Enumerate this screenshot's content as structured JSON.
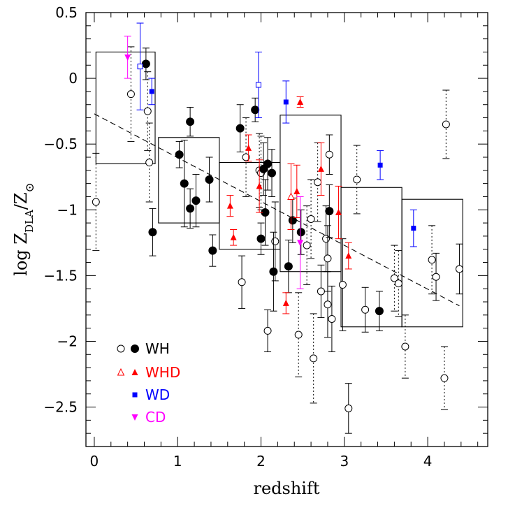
{
  "chart_data": {
    "type": "scatter",
    "xlabel": "redshift",
    "ylabel": {
      "main": "log Z",
      "sub": "DLA",
      "sep": "/Z",
      "sun": "⊙"
    },
    "xlim": [
      -0.1,
      4.72
    ],
    "ylim": [
      -2.8,
      0.5
    ],
    "xticks": [
      0,
      1,
      2,
      3,
      4
    ],
    "xtick_labels": [
      "0",
      "1",
      "2",
      "3",
      "4"
    ],
    "yticks": [
      0.5,
      0,
      -0.5,
      -1,
      -1.5,
      -2,
      -2.5
    ],
    "ytick_labels": [
      "0.5",
      "0",
      "−0.5",
      "−1",
      "−1.5",
      "−2",
      "−2.5"
    ],
    "grid": false,
    "legend_position": "bottom-left",
    "legend": [
      {
        "label": "WH",
        "color": "#000000",
        "markers": [
          "open-circle",
          "filled-circle"
        ]
      },
      {
        "label": "WHD",
        "color": "#ff0000",
        "markers": [
          "open-triangle",
          "filled-triangle"
        ]
      },
      {
        "label": "WD",
        "color": "#0000ff",
        "markers": [
          "filled-square"
        ]
      },
      {
        "label": "CD",
        "color": "#ff00ff",
        "markers": [
          "filled-triangle-down"
        ]
      }
    ],
    "fit_line": {
      "x": [
        0.0,
        4.38
      ],
      "y": [
        -0.27,
        -1.73
      ],
      "style": "dashed"
    },
    "bins": [
      {
        "x": [
          0.02,
          0.73
        ],
        "y": [
          -0.65,
          0.2
        ]
      },
      {
        "x": [
          0.77,
          1.5
        ],
        "y": [
          -1.1,
          -0.45
        ]
      },
      {
        "x": [
          1.5,
          2.23
        ],
        "y": [
          -1.3,
          -0.64
        ]
      },
      {
        "x": [
          2.23,
          2.96
        ],
        "y": [
          -1.47,
          -0.28
        ]
      },
      {
        "x": [
          2.96,
          3.69
        ],
        "y": [
          -1.89,
          -0.83
        ]
      },
      {
        "x": [
          3.69,
          4.42
        ],
        "y": [
          -1.89,
          -0.92
        ]
      }
    ],
    "series": [
      {
        "name": "WH",
        "subset": "open",
        "color": "#000000",
        "marker": "open-circle",
        "errorbar_style": "dotted",
        "points": [
          {
            "x": 0.02,
            "y": -0.94,
            "err": 0.37
          },
          {
            "x": 0.44,
            "y": -0.12,
            "err": 0.36
          },
          {
            "x": 0.64,
            "y": -0.25,
            "err": 0.3
          },
          {
            "x": 0.66,
            "y": -0.64,
            "err": 0.3
          },
          {
            "x": 1.82,
            "y": -0.6,
            "err": 0.3
          },
          {
            "x": 1.98,
            "y": -0.7,
            "err": 0.28
          },
          {
            "x": 2.0,
            "y": -0.72,
            "err": 0.28
          },
          {
            "x": 2.45,
            "y": -1.95,
            "err": 0.32
          },
          {
            "x": 2.55,
            "y": -1.27,
            "err": 0.3
          },
          {
            "x": 2.6,
            "y": -1.07,
            "err": 0.3
          },
          {
            "x": 2.63,
            "y": -2.13,
            "err": 0.34
          },
          {
            "x": 2.68,
            "y": -0.79,
            "err": 0.3
          },
          {
            "x": 3.15,
            "y": -0.77,
            "err": 0.26
          },
          {
            "x": 3.6,
            "y": -1.52,
            "err": 0.25
          },
          {
            "x": 3.65,
            "y": -1.56,
            "err": 0.25
          },
          {
            "x": 3.73,
            "y": -2.04,
            "err": 0.24
          },
          {
            "x": 4.05,
            "y": -1.38,
            "err": 0.26
          },
          {
            "x": 4.2,
            "y": -2.28,
            "err": 0.24
          },
          {
            "x": 4.22,
            "y": -0.35,
            "err": 0.26
          }
        ]
      },
      {
        "name": "WH",
        "subset": "open",
        "color": "#000000",
        "marker": "open-circle",
        "errorbar_style": "solid",
        "points": [
          {
            "x": 1.77,
            "y": -1.55,
            "err": 0.2
          },
          {
            "x": 2.08,
            "y": -1.92,
            "err": 0.16
          },
          {
            "x": 2.17,
            "y": -1.24,
            "err": 0.3
          },
          {
            "x": 2.72,
            "y": -1.62,
            "err": 0.2
          },
          {
            "x": 2.78,
            "y": -1.22,
            "err": 0.25
          },
          {
            "x": 2.8,
            "y": -1.37,
            "err": 0.25
          },
          {
            "x": 2.8,
            "y": -1.72,
            "err": 0.25
          },
          {
            "x": 2.82,
            "y": -0.58,
            "err": 0.15
          },
          {
            "x": 2.85,
            "y": -1.83,
            "err": 0.25
          },
          {
            "x": 2.98,
            "y": -1.57,
            "err": 0.35
          },
          {
            "x": 3.05,
            "y": -2.51,
            "err": 0.19
          },
          {
            "x": 3.25,
            "y": -1.76,
            "err": 0.17
          },
          {
            "x": 4.1,
            "y": -1.51,
            "err": 0.18
          },
          {
            "x": 4.38,
            "y": -1.45,
            "err": 0.19
          }
        ]
      },
      {
        "name": "WH",
        "subset": "filled",
        "color": "#000000",
        "marker": "filled-circle",
        "errorbar_style": "solid",
        "points": [
          {
            "x": 0.62,
            "y": 0.11,
            "err": 0.12
          },
          {
            "x": 0.7,
            "y": -1.17,
            "err": 0.18
          },
          {
            "x": 1.02,
            "y": -0.58,
            "err": 0.1
          },
          {
            "x": 1.08,
            "y": -0.8,
            "err": 0.33
          },
          {
            "x": 1.15,
            "y": -0.33,
            "err": 0.11
          },
          {
            "x": 1.15,
            "y": -0.99,
            "err": 0.15
          },
          {
            "x": 1.22,
            "y": -0.93,
            "err": 0.2
          },
          {
            "x": 1.38,
            "y": -0.77,
            "err": 0.17
          },
          {
            "x": 1.42,
            "y": -1.31,
            "err": 0.12
          },
          {
            "x": 1.75,
            "y": -0.38,
            "err": 0.18
          },
          {
            "x": 1.93,
            "y": -0.24,
            "err": 0.09
          },
          {
            "x": 2.0,
            "y": -1.22,
            "err": 0.12
          },
          {
            "x": 2.03,
            "y": -0.69,
            "err": 0.2
          },
          {
            "x": 2.05,
            "y": -1.02,
            "err": 0.25
          },
          {
            "x": 2.08,
            "y": -0.65,
            "err": 0.2
          },
          {
            "x": 2.13,
            "y": -0.72,
            "err": 0.18
          },
          {
            "x": 2.15,
            "y": -1.47,
            "err": 0.3
          },
          {
            "x": 2.33,
            "y": -1.43,
            "err": 0.2
          },
          {
            "x": 2.38,
            "y": -1.08,
            "err": 0.17
          },
          {
            "x": 2.48,
            "y": -1.17,
            "err": 0.17
          },
          {
            "x": 2.82,
            "y": -1.01,
            "err": 0.2
          },
          {
            "x": 3.42,
            "y": -1.77,
            "err": 0.15
          }
        ]
      },
      {
        "name": "WHD",
        "subset": "open",
        "color": "#ff0000",
        "marker": "open-triangle",
        "errorbar_style": "solid",
        "points": [
          {
            "x": 2.36,
            "y": -0.9,
            "err": 0.25
          }
        ]
      },
      {
        "name": "WHD",
        "subset": "filled",
        "color": "#ff0000",
        "marker": "filled-triangle",
        "errorbar_style": "solid",
        "points": [
          {
            "x": 1.63,
            "y": -0.97,
            "err": 0.08
          },
          {
            "x": 1.67,
            "y": -1.21,
            "err": 0.06
          },
          {
            "x": 1.85,
            "y": -0.53,
            "err": 0.1
          },
          {
            "x": 1.98,
            "y": -0.82,
            "err": 0.2
          },
          {
            "x": 2.3,
            "y": -1.71,
            "err": 0.08
          },
          {
            "x": 2.43,
            "y": -0.86,
            "err": 0.2
          },
          {
            "x": 2.47,
            "y": -0.18,
            "err": 0.04
          },
          {
            "x": 2.72,
            "y": -0.69,
            "err": 0.2
          },
          {
            "x": 2.93,
            "y": -1.02,
            "err": 0.2
          },
          {
            "x": 3.05,
            "y": -1.35,
            "err": 0.1
          }
        ]
      },
      {
        "name": "WD",
        "subset": "open",
        "color": "#0000ff",
        "marker": "open-square",
        "errorbar_style": "solid",
        "points": [
          {
            "x": 0.55,
            "y": 0.09,
            "err": 0.33
          },
          {
            "x": 1.97,
            "y": -0.05,
            "err": 0.25
          }
        ]
      },
      {
        "name": "WD",
        "subset": "filled",
        "color": "#0000ff",
        "marker": "filled-square",
        "errorbar_style": "solid",
        "points": [
          {
            "x": 0.69,
            "y": -0.1,
            "err": 0.1
          },
          {
            "x": 2.3,
            "y": -0.18,
            "err": 0.16
          },
          {
            "x": 3.43,
            "y": -0.66,
            "err": 0.11
          },
          {
            "x": 3.83,
            "y": -1.14,
            "err": 0.14
          }
        ]
      },
      {
        "name": "CD",
        "subset": "filled",
        "color": "#ff00ff",
        "marker": "filled-triangle-down",
        "errorbar_style": "solid",
        "points": [
          {
            "x": 0.4,
            "y": 0.16,
            "err": 0.16
          },
          {
            "x": 2.47,
            "y": -1.25,
            "err": 0.35
          }
        ]
      }
    ]
  }
}
